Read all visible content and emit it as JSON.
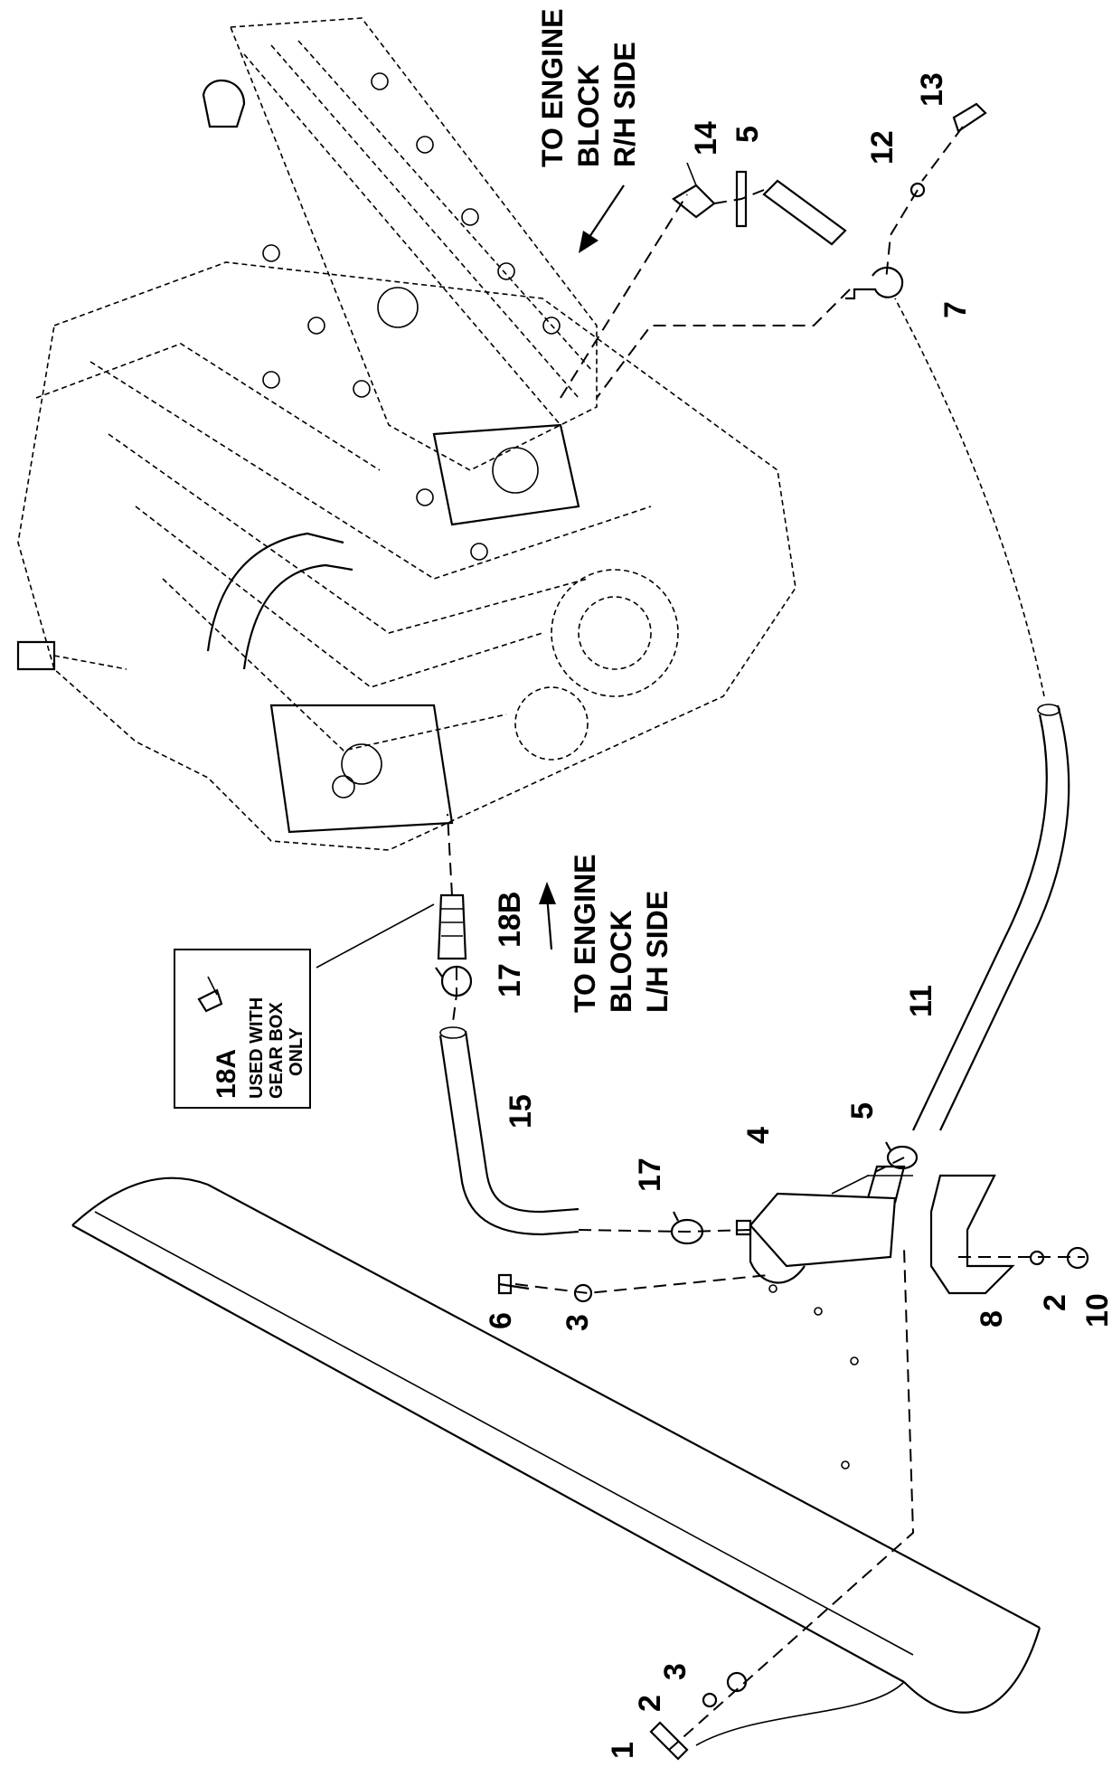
{
  "callouts": {
    "c1": "1",
    "c2a": "2",
    "c3a": "3",
    "c6": "6",
    "c3b": "3",
    "c4": "4",
    "c17a": "17",
    "c15": "15",
    "c17b": "17",
    "c18b": "18B",
    "c5a": "5",
    "c11": "11",
    "c8": "8",
    "c2b": "2",
    "c10": "10",
    "c14": "14",
    "c5b": "5",
    "c12": "12",
    "c13": "13",
    "c7": "7"
  },
  "notes": {
    "rh_line1": "TO ENGINE",
    "rh_line2": "BLOCK",
    "rh_line3": "R/H SIDE",
    "lh_line1": "TO ENGINE",
    "lh_line2": "BLOCK",
    "lh_line3": "L/H SIDE"
  },
  "inset": {
    "part": "18A",
    "line1": "USED WITH",
    "line2": "GEAR BOX",
    "line3": "ONLY"
  }
}
